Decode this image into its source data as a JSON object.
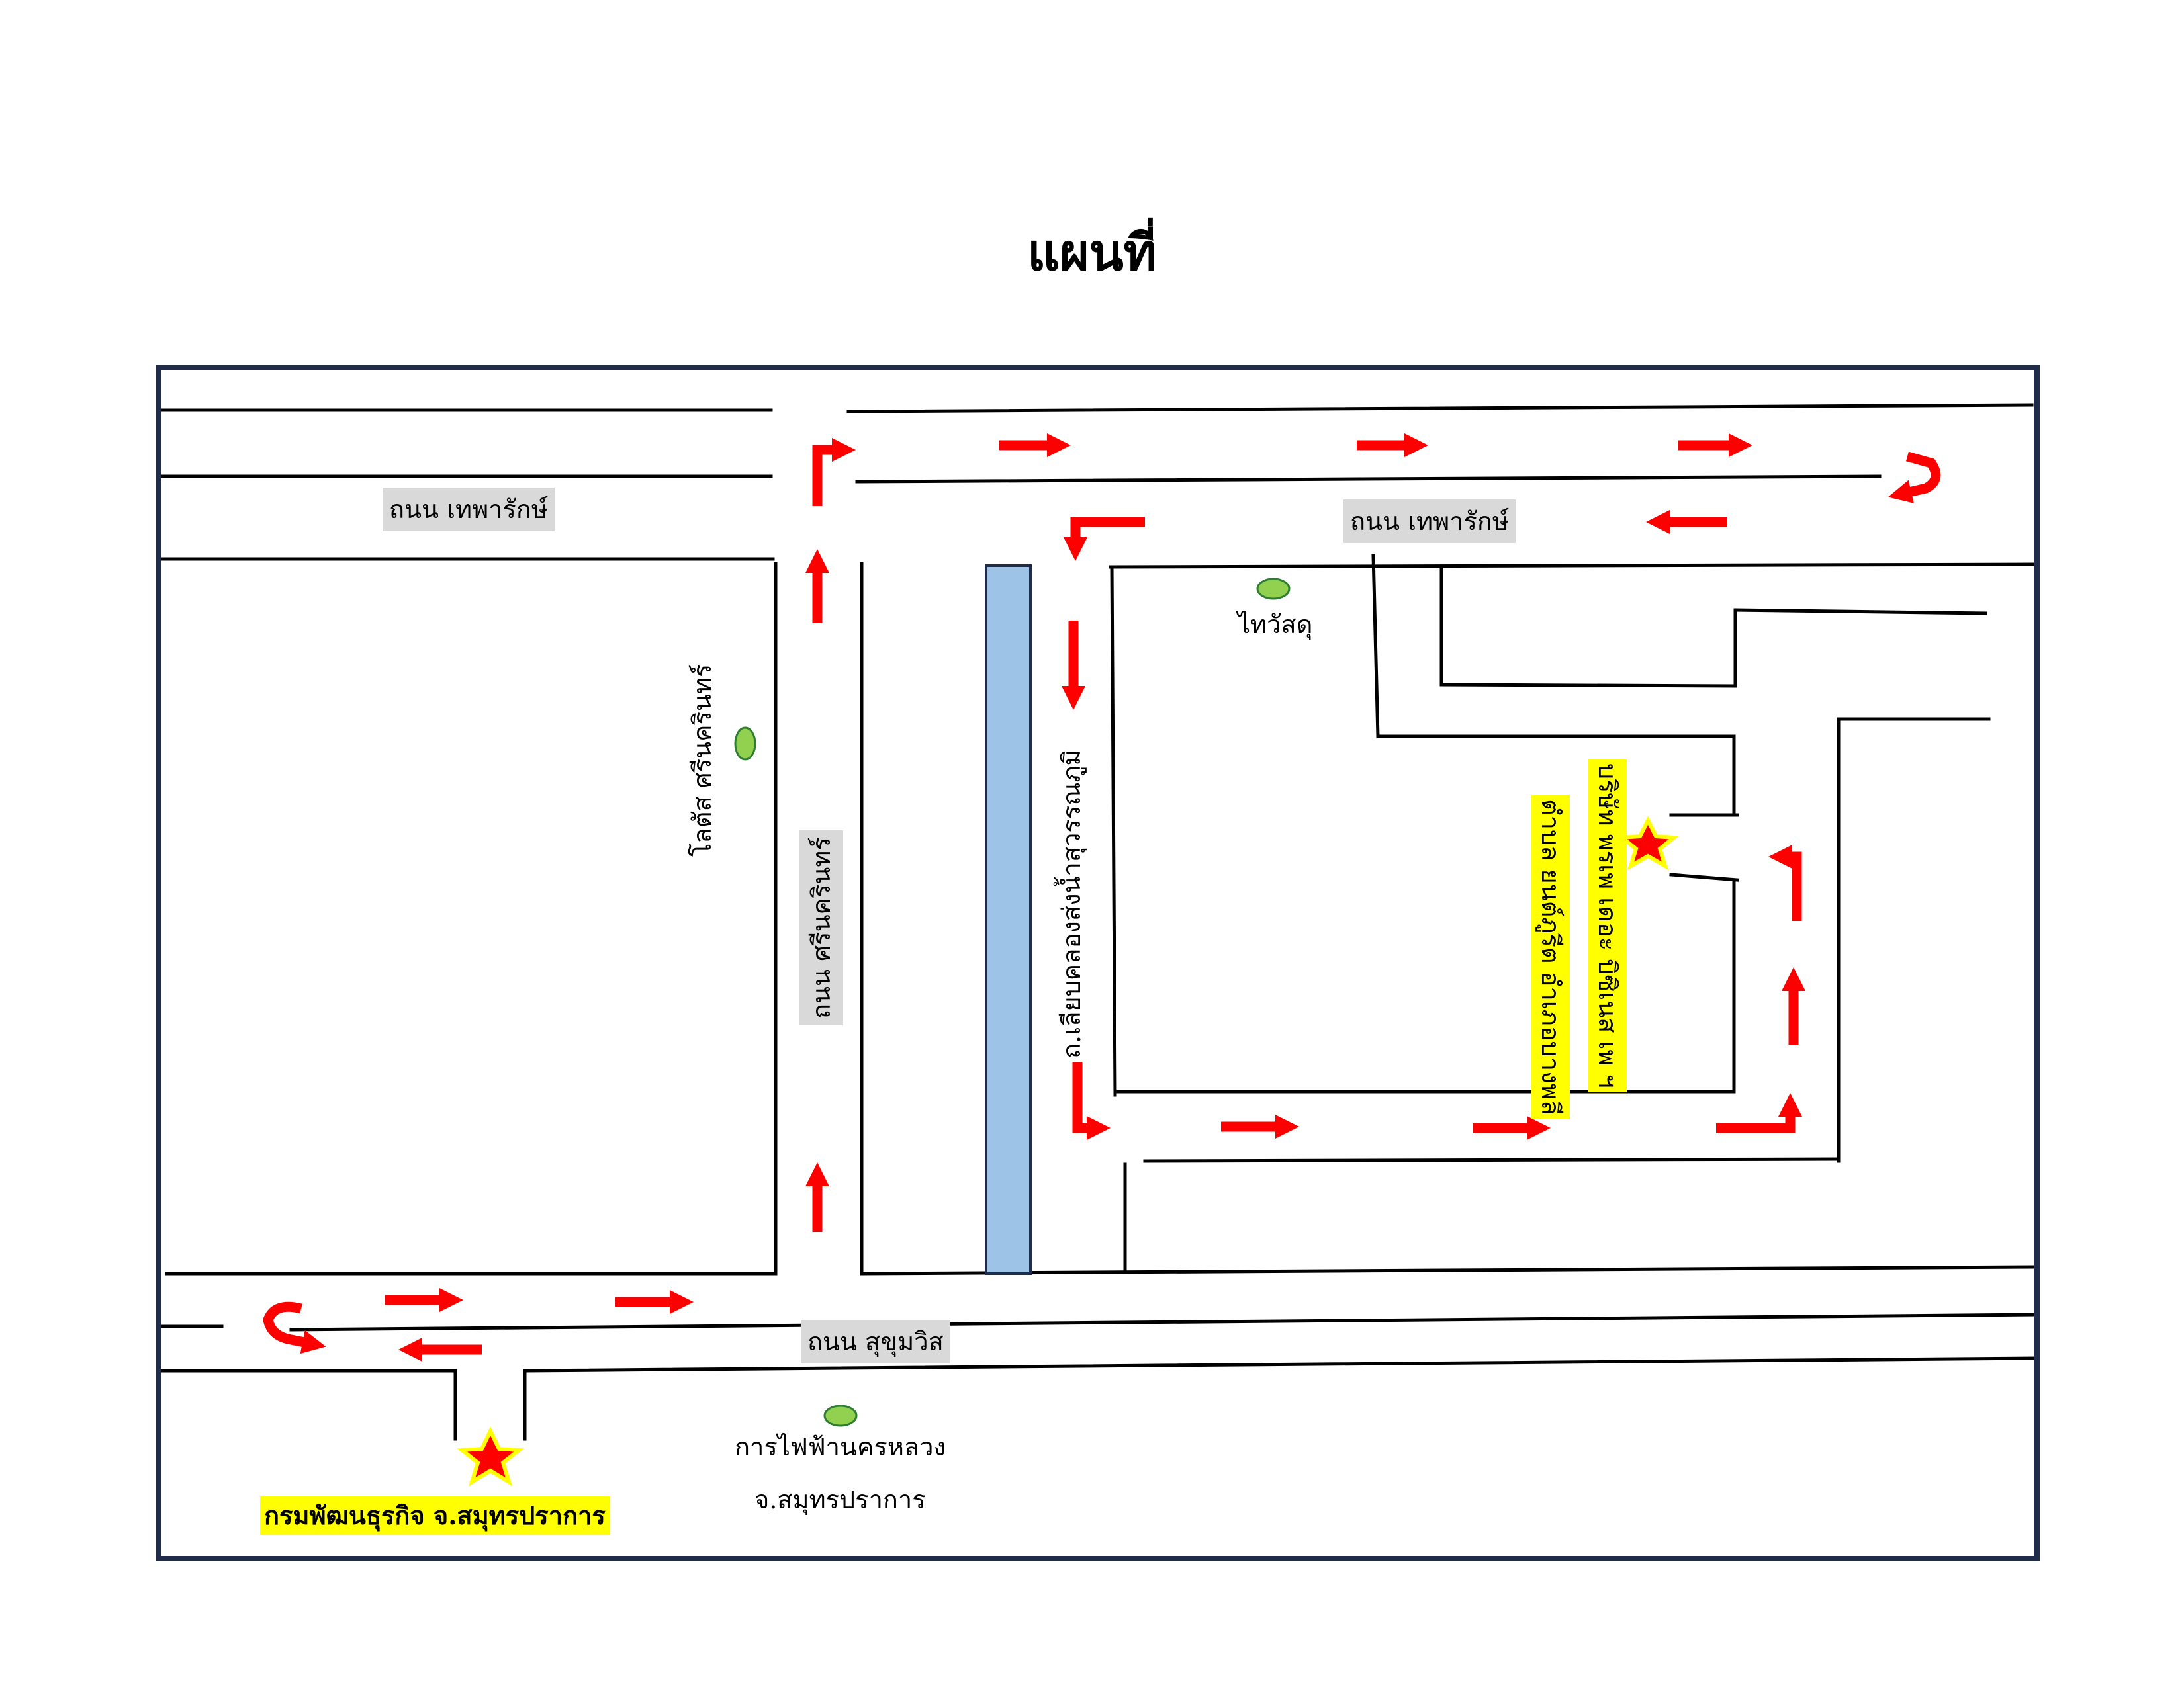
{
  "title": "แผนที่",
  "roads": {
    "tepharak_left": "ถนน เทพารักษ์",
    "tepharak_right": "ถนน เทพารักษ์",
    "srinakarin": "ถนน ศรีนครินทร์",
    "canal_road": "ถ.เลียบคลองส่งน้ำสุวรรณภูมิ",
    "sukhumvit": "ถนน สุขุมวิส"
  },
  "landmarks": {
    "lotus": "โลตัส ศรีนครินทร์",
    "thaiwatsadu": "ไทวัสดุ",
    "pea_line1": "การไฟฟ้านครหลวง",
    "pea_line2": "จ.สมุทรปราการ",
    "dbd": "กรมพัฒนธุรกิจ จ.สมุทรปราการ",
    "company_line1": "บริษัท พรเพ เดอะ บิซิเนส เพ ฯ",
    "company_line2": "ตำบล ยนต์ภูรีต อำเภอบางพลี"
  },
  "colors": {
    "frame": "#1f2d4a",
    "road": "#000000",
    "arrow": "#ff0000",
    "canal": "#9dc3e6",
    "landmark_dot": "#92d050",
    "star_fill": "#ff0000",
    "star_outline": "#ffff00",
    "label_gray": "#d9d9d9",
    "label_yellow": "#ffff00"
  },
  "icons": [
    "star-icon",
    "landmark-dot-icon",
    "arrow-icon",
    "u-turn-arrow-icon"
  ]
}
